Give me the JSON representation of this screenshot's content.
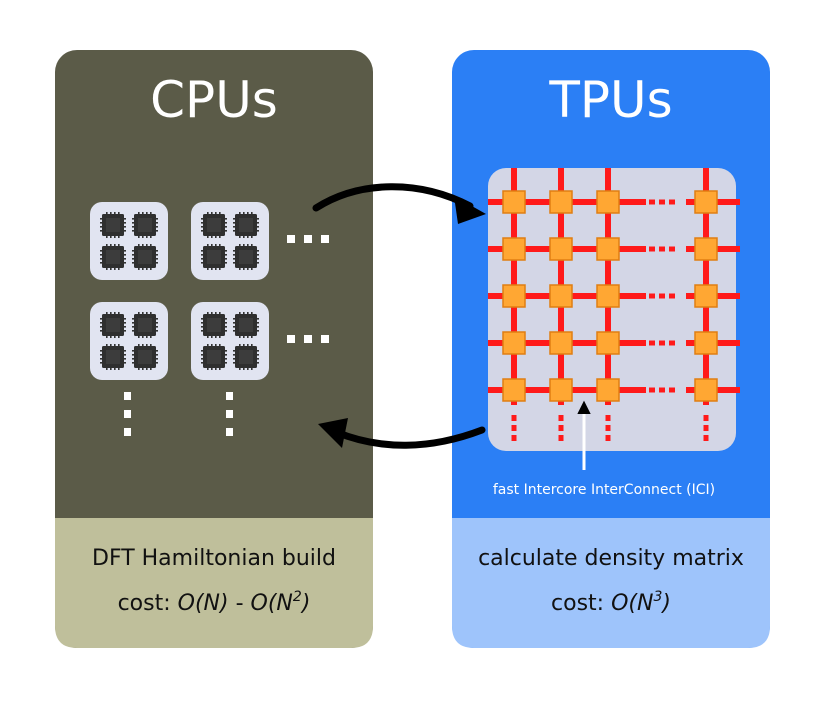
{
  "cpu_panel": {
    "title": "CPUs",
    "caption_line1": "DFT Hamiltonian build",
    "caption_prefix": "cost: ",
    "caption_formula_a": "O(N)",
    "caption_separator": " - ",
    "caption_formula_b": "O(N",
    "caption_formula_b_sup": "2",
    "caption_formula_b_close": ")",
    "colors": {
      "body": "#5b5b48",
      "footer": "#bfbf9b",
      "title": "#ffffff"
    }
  },
  "tpu_panel": {
    "title": "TPUs",
    "caption_line1": "calculate density matrix",
    "caption_prefix": "cost: ",
    "caption_formula": "O(N",
    "caption_formula_sup": "3",
    "caption_formula_close": ")",
    "ici_label": "fast Intercore InterConnect (ICI)",
    "colors": {
      "body": "#2b7ff5",
      "footer": "#9ec4fb",
      "grid_bg": "#d3d6e6",
      "link": "#ff1a1a",
      "core": "#ffa733",
      "core_border": "#e07e12"
    }
  }
}
